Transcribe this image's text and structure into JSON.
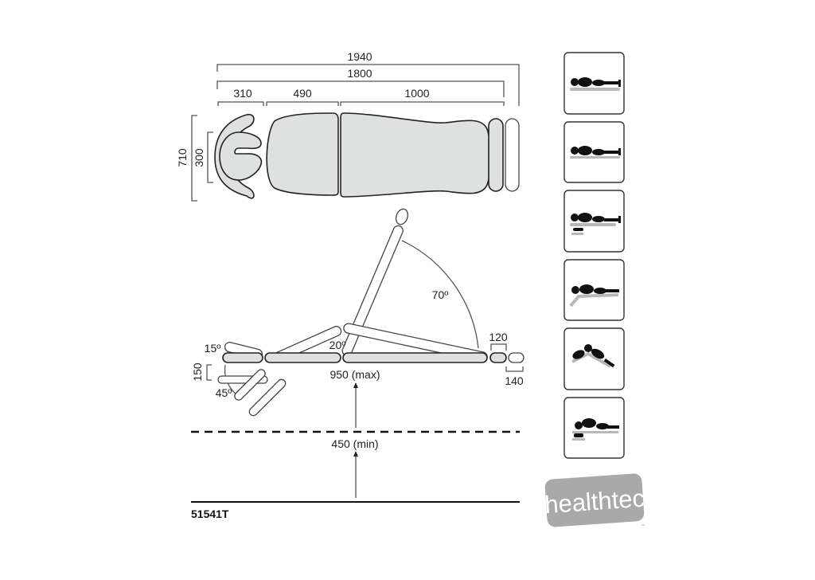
{
  "top_view": {
    "dims": {
      "total": "1940",
      "length": "1800",
      "head": "310",
      "seat": "490",
      "back": "1000",
      "width": "710",
      "head_width": "300"
    }
  },
  "side_view": {
    "angles": {
      "head_up": "15º",
      "head_down": "45º",
      "seat": "20º",
      "back": "70º"
    },
    "dims": {
      "head_drop": "150",
      "pad_120": "120",
      "pad_140": "140",
      "max_height": "950 (max)",
      "min_height": "450 (min)"
    }
  },
  "model_code": "51541T",
  "positions": [
    "flat",
    "flat-2",
    "head-lowered",
    "leg-tilt",
    "trendelenburg-flex",
    "head-lowered-flex"
  ],
  "logo": {
    "text": "healthtec",
    "tm": "™",
    "color": "#a9a9a9"
  }
}
